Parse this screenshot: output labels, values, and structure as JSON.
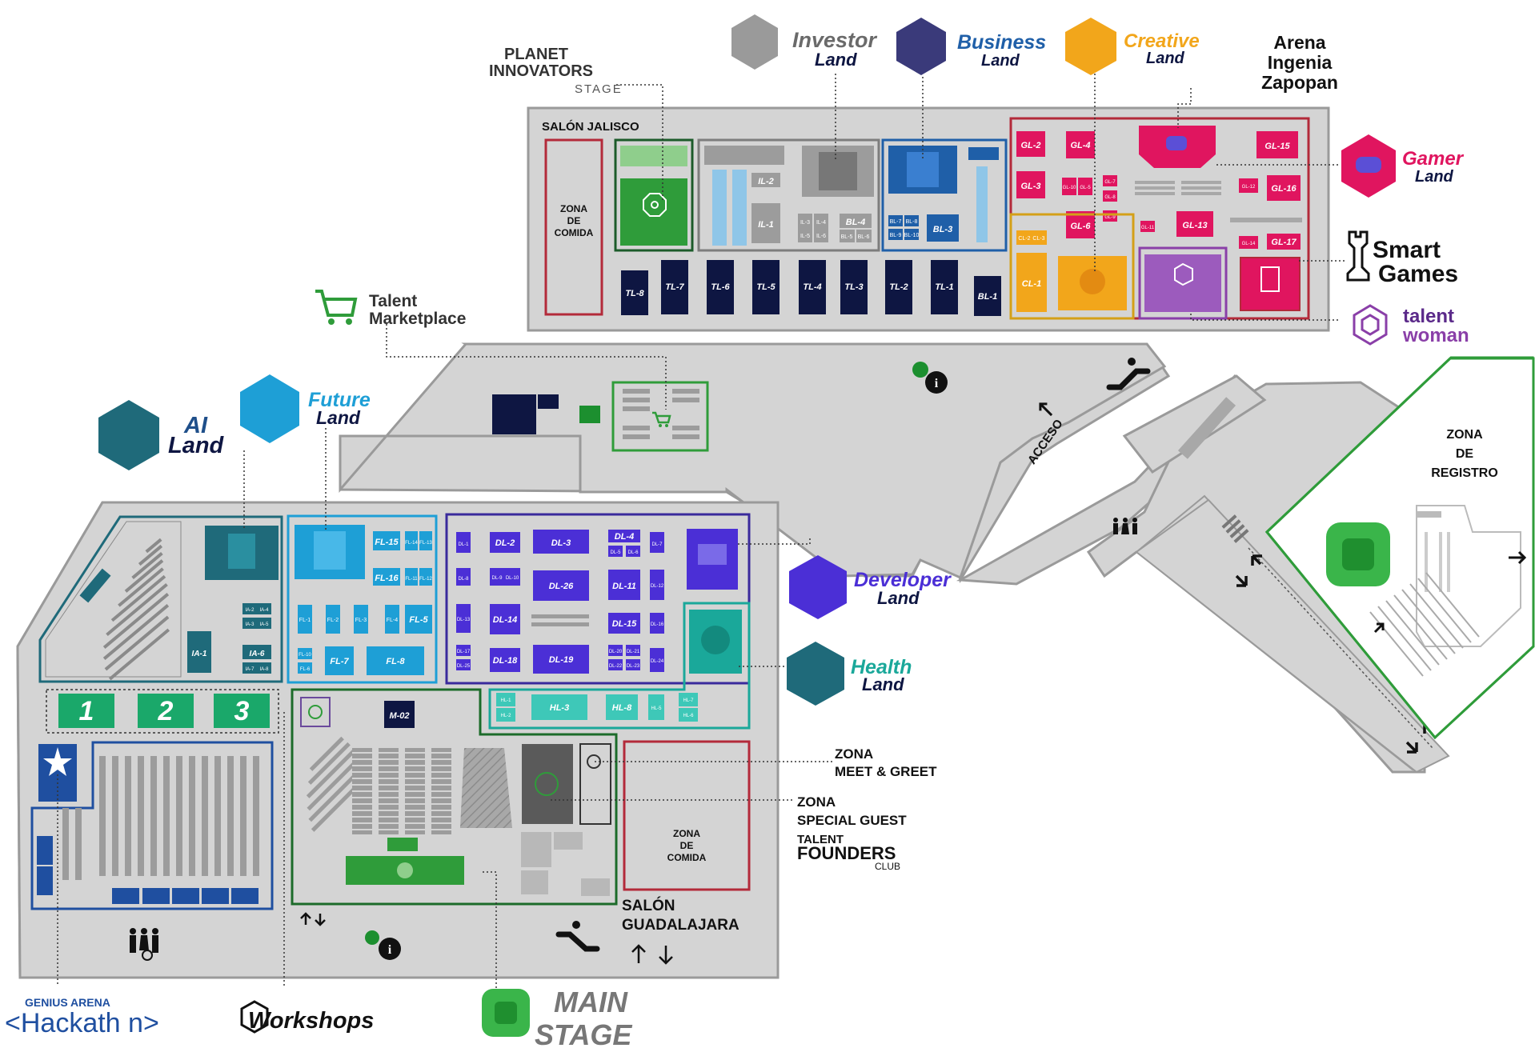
{
  "salones": {
    "jalisco": "SALÓN JALISCO",
    "guadalajara_1": "SALÓN",
    "guadalajara_2": "GUADALAJARA"
  },
  "brands": {
    "planet_1": "PLANET",
    "planet_2": "INNOVATORS",
    "planet_3": "STAGE",
    "investor_1": "Investor",
    "investor_2": "Land",
    "business_1": "Business",
    "business_2": "Land",
    "creative_1": "Creative",
    "creative_2": "Land",
    "arena_1": "Arena",
    "arena_2": "Ingenia",
    "arena_3": "Zapopan",
    "gamer_1": "Gamer",
    "gamer_2": "Land",
    "smart_1": "Smart",
    "smart_2": "Games",
    "talentwoman_1": "talent",
    "talentwoman_2": "woman",
    "talentmk_1": "Talent",
    "talentmk_2": "Marketplace",
    "future_1": "Future",
    "future_2": "Land",
    "ai_1": "AI",
    "ai_2": "Land",
    "developer_1": "Developer",
    "developer_2": "Land",
    "health_1": "Health",
    "health_2": "Land",
    "hackathon_1": "GENIUS ARENA",
    "hackathon_2": "<Hackath n>",
    "workshops": "Workshops",
    "mainstage_1": "MAIN",
    "mainstage_2": "STAGE",
    "founders_1": "TALENT",
    "founders_2": "FOUNDERS",
    "founders_3": "CLUB"
  },
  "zones": {
    "comida_top_1": "ZONA",
    "comida_top_2": "DE",
    "comida_top_3": "COMIDA",
    "comida_bot_1": "ZONA",
    "comida_bot_2": "DE",
    "comida_bot_3": "COMIDA",
    "registro_1": "ZONA",
    "registro_2": "DE",
    "registro_3": "REGISTRO",
    "meet_1": "ZONA",
    "meet_2": "MEET & GREET",
    "special_1": "ZONA",
    "special_2": "SPECIAL GUEST",
    "acceso": "ACCESO"
  },
  "workshop_rooms": [
    "1",
    "2",
    "3"
  ],
  "booths": {
    "tl": [
      "TL-8",
      "TL-7",
      "TL-6",
      "TL-5",
      "TL-4",
      "TL-3",
      "TL-2",
      "TL-1"
    ],
    "bl1": "BL-1",
    "il": [
      "IL-2",
      "IL-1",
      "IL-3",
      "IL-4",
      "IL-5",
      "IL-6"
    ],
    "bl": [
      "BL-4",
      "BL-5",
      "BL-6",
      "BL-7",
      "BL-8",
      "BL-9",
      "BL-10",
      "BL-3"
    ],
    "gl": [
      "GL-2",
      "GL-4",
      "GL-15",
      "GL-3",
      "GL-16",
      "GL-6",
      "GL-13",
      "GL-17",
      "GL-10",
      "GL-5",
      "GL-7",
      "GL-8",
      "GL-9",
      "GL-11",
      "GL-12",
      "GL-14"
    ],
    "cl": [
      "CL-1",
      "CL-2",
      "CL-3"
    ],
    "fl": [
      "FL-15",
      "FL-16",
      "FL-14",
      "FL-13",
      "FL-11",
      "FL-12",
      "FL-1",
      "FL-2",
      "FL-3",
      "FL-4",
      "FL-5",
      "FL-7",
      "FL-8",
      "FL-10",
      "FL-6"
    ],
    "dl": [
      "DL-2",
      "DL-3",
      "DL-4",
      "DL-26",
      "DL-11",
      "DL-14",
      "DL-15",
      "DL-18",
      "DL-19",
      "DL-1",
      "DL-7",
      "DL-8",
      "DL-9",
      "DL-10",
      "DL-5",
      "DL-6",
      "DL-12",
      "DL-13",
      "DL-16",
      "DL-17",
      "DL-25",
      "DL-20",
      "DL-21",
      "DL-22",
      "DL-23",
      "DL-24"
    ],
    "ia": [
      "IA-1",
      "IA-2",
      "IA-3",
      "IA-4",
      "IA-5",
      "IA-6",
      "IA-7",
      "IA-8"
    ],
    "hl": [
      "HL-3",
      "HL-8",
      "HL-1",
      "HL-2",
      "HL-5",
      "HL-7",
      "HL-6"
    ],
    "m02": "M-02"
  },
  "colors": {
    "floor": "#d4d4d4",
    "floor_stroke": "#9a9a9a",
    "navy": "#0e1642",
    "investor": "#8a8a8a",
    "business": "#1f5fa8",
    "gamer": "#e0155f",
    "creative": "#f2a61b",
    "talentwoman": "#8a3fa8",
    "green": "#2f9c3a",
    "future": "#1e9fd6",
    "ai": "#1f6a7a",
    "developer": "#4b2fd6",
    "health": "#1aa89a",
    "hackathon": "#1f4fa0"
  },
  "icons": [
    "planet-innovators-icon",
    "investor-icon",
    "business-icon",
    "creative-icon",
    "gamer-icon",
    "smart-games-icon",
    "talent-woman-icon",
    "cart-icon",
    "future-icon",
    "ai-icon",
    "developer-icon",
    "health-icon",
    "info-icon",
    "escalator-icon",
    "restroom-icon",
    "arrow-icon",
    "star-icon",
    "main-stage-icon"
  ]
}
